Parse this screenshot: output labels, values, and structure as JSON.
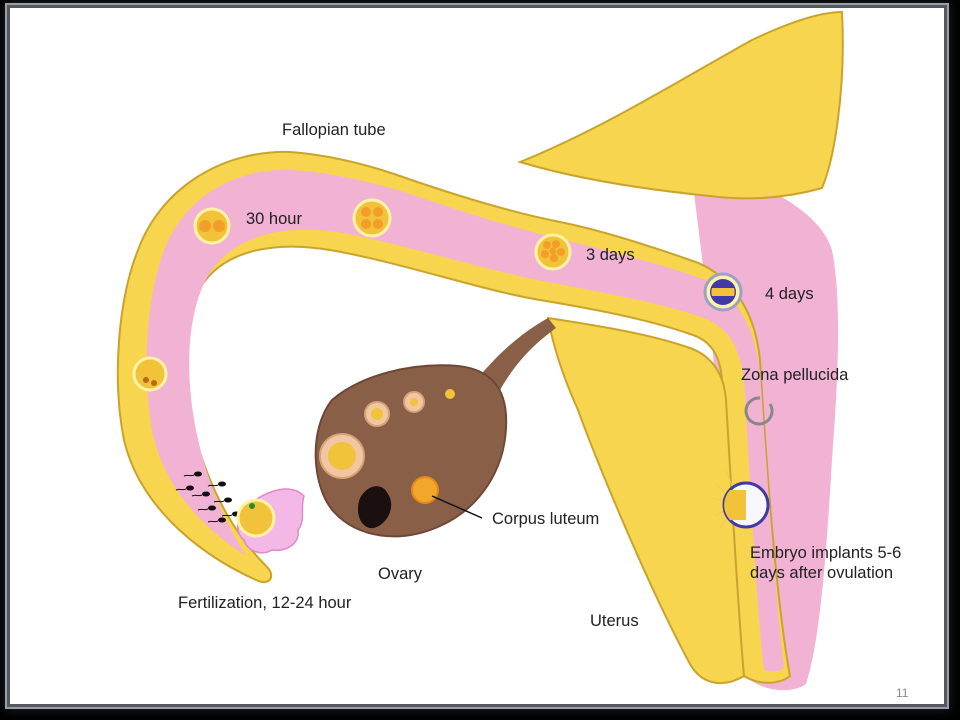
{
  "labels": {
    "fallopian_tube": "Fallopian tube",
    "thirty_hour": "30 hour",
    "three_days": "3 days",
    "four_days": "4 days",
    "zona_pellucida": "Zona pellucida",
    "corpus_luteum": "Corpus luteum",
    "ovary": "Ovary",
    "fertilization": "Fertilization, 12-24 hour",
    "uterus": "Uterus",
    "embryo_implants": "Embryo implants 5-6",
    "embryo_implants_2": "days after ovulation"
  },
  "slide_number": "11",
  "colors": {
    "tube_wall": "#f7d54e",
    "tube_lumen": "#f2b2d4",
    "ovary": "#8a5f48",
    "blastocyst": "#3f3aa8",
    "frame": "#000000"
  }
}
